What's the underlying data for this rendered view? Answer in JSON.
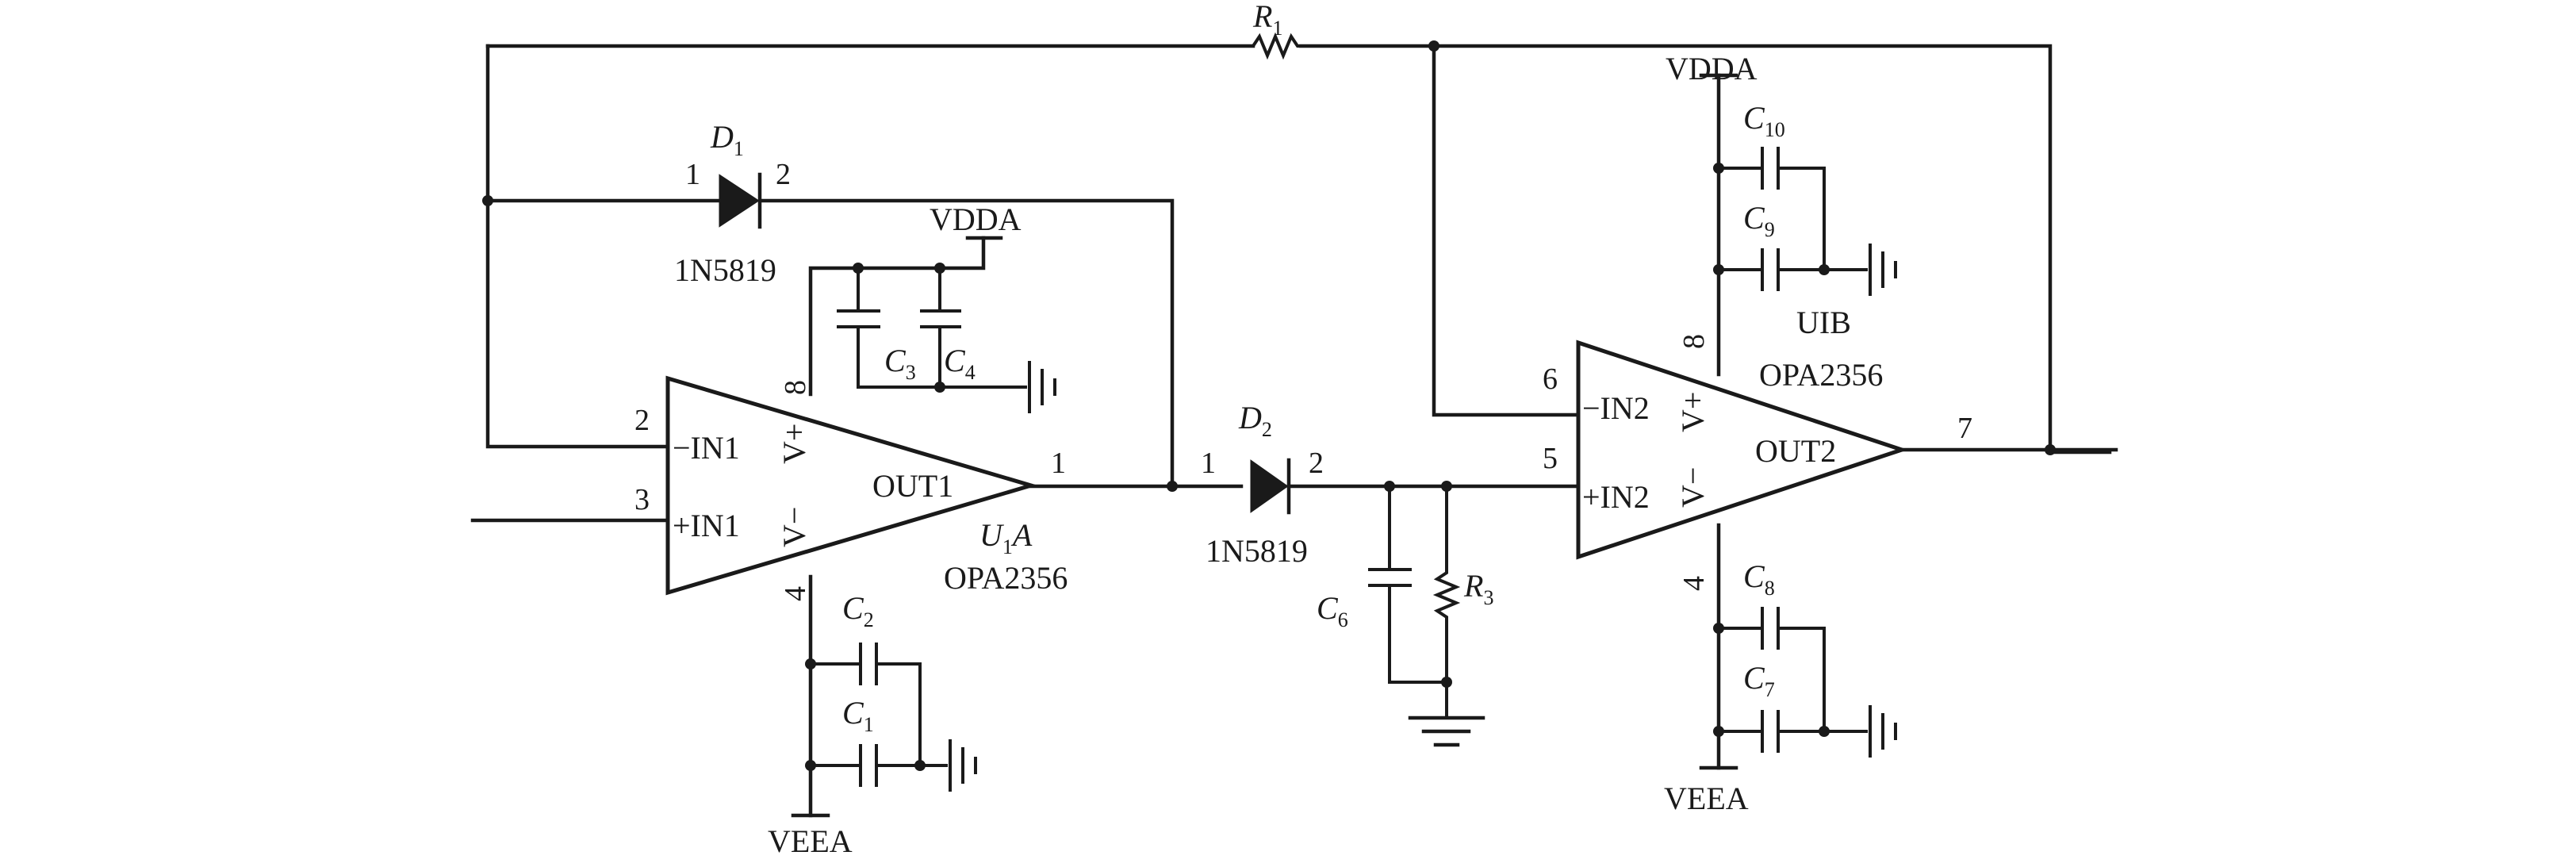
{
  "resistors": {
    "r1": {
      "letter": "R",
      "sub": "1"
    },
    "r3": {
      "letter": "R",
      "sub": "3"
    }
  },
  "diodes": {
    "d1": {
      "letter": "D",
      "sub": "1",
      "part": "1N5819",
      "pin_a": "1",
      "pin_k": "2"
    },
    "d2": {
      "letter": "D",
      "sub": "2",
      "part": "1N5819",
      "pin_a": "1",
      "pin_k": "2"
    }
  },
  "capacitors": {
    "c1": {
      "letter": "C",
      "sub": "1"
    },
    "c2": {
      "letter": "C",
      "sub": "2"
    },
    "c3": {
      "letter": "C",
      "sub": "3"
    },
    "c4": {
      "letter": "C",
      "sub": "4"
    },
    "c6": {
      "letter": "C",
      "sub": "6"
    },
    "c7": {
      "letter": "C",
      "sub": "7"
    },
    "c8": {
      "letter": "C",
      "sub": "8"
    },
    "c9": {
      "letter": "C",
      "sub": "9"
    },
    "c10": {
      "letter": "C",
      "sub": "10"
    }
  },
  "opamp_a": {
    "ref_letter": "U",
    "ref_sub": "1",
    "ref_suffix": "A",
    "part": "OPA2356",
    "in_neg": "−IN1",
    "in_pos": "+IN1",
    "out": "OUT1",
    "vpos": "V+",
    "vneg": "V−",
    "pin_in_neg": "2",
    "pin_in_pos": "3",
    "pin_out": "1",
    "pin_vpos": "8",
    "pin_vneg": "4"
  },
  "opamp_b": {
    "ref": "UIB",
    "part": "OPA2356",
    "in_neg": "−IN2",
    "in_pos": "+IN2",
    "out": "OUT2",
    "vpos": "V+",
    "vneg": "V−",
    "pin_in_neg": "6",
    "pin_in_pos": "5",
    "pin_out": "7",
    "pin_vpos": "8",
    "pin_vneg": "4"
  },
  "rails": {
    "vdda_a": "VDDA",
    "veea_a": "VEEA",
    "vdda_b": "VDDA",
    "veea_b": "VEEA"
  }
}
